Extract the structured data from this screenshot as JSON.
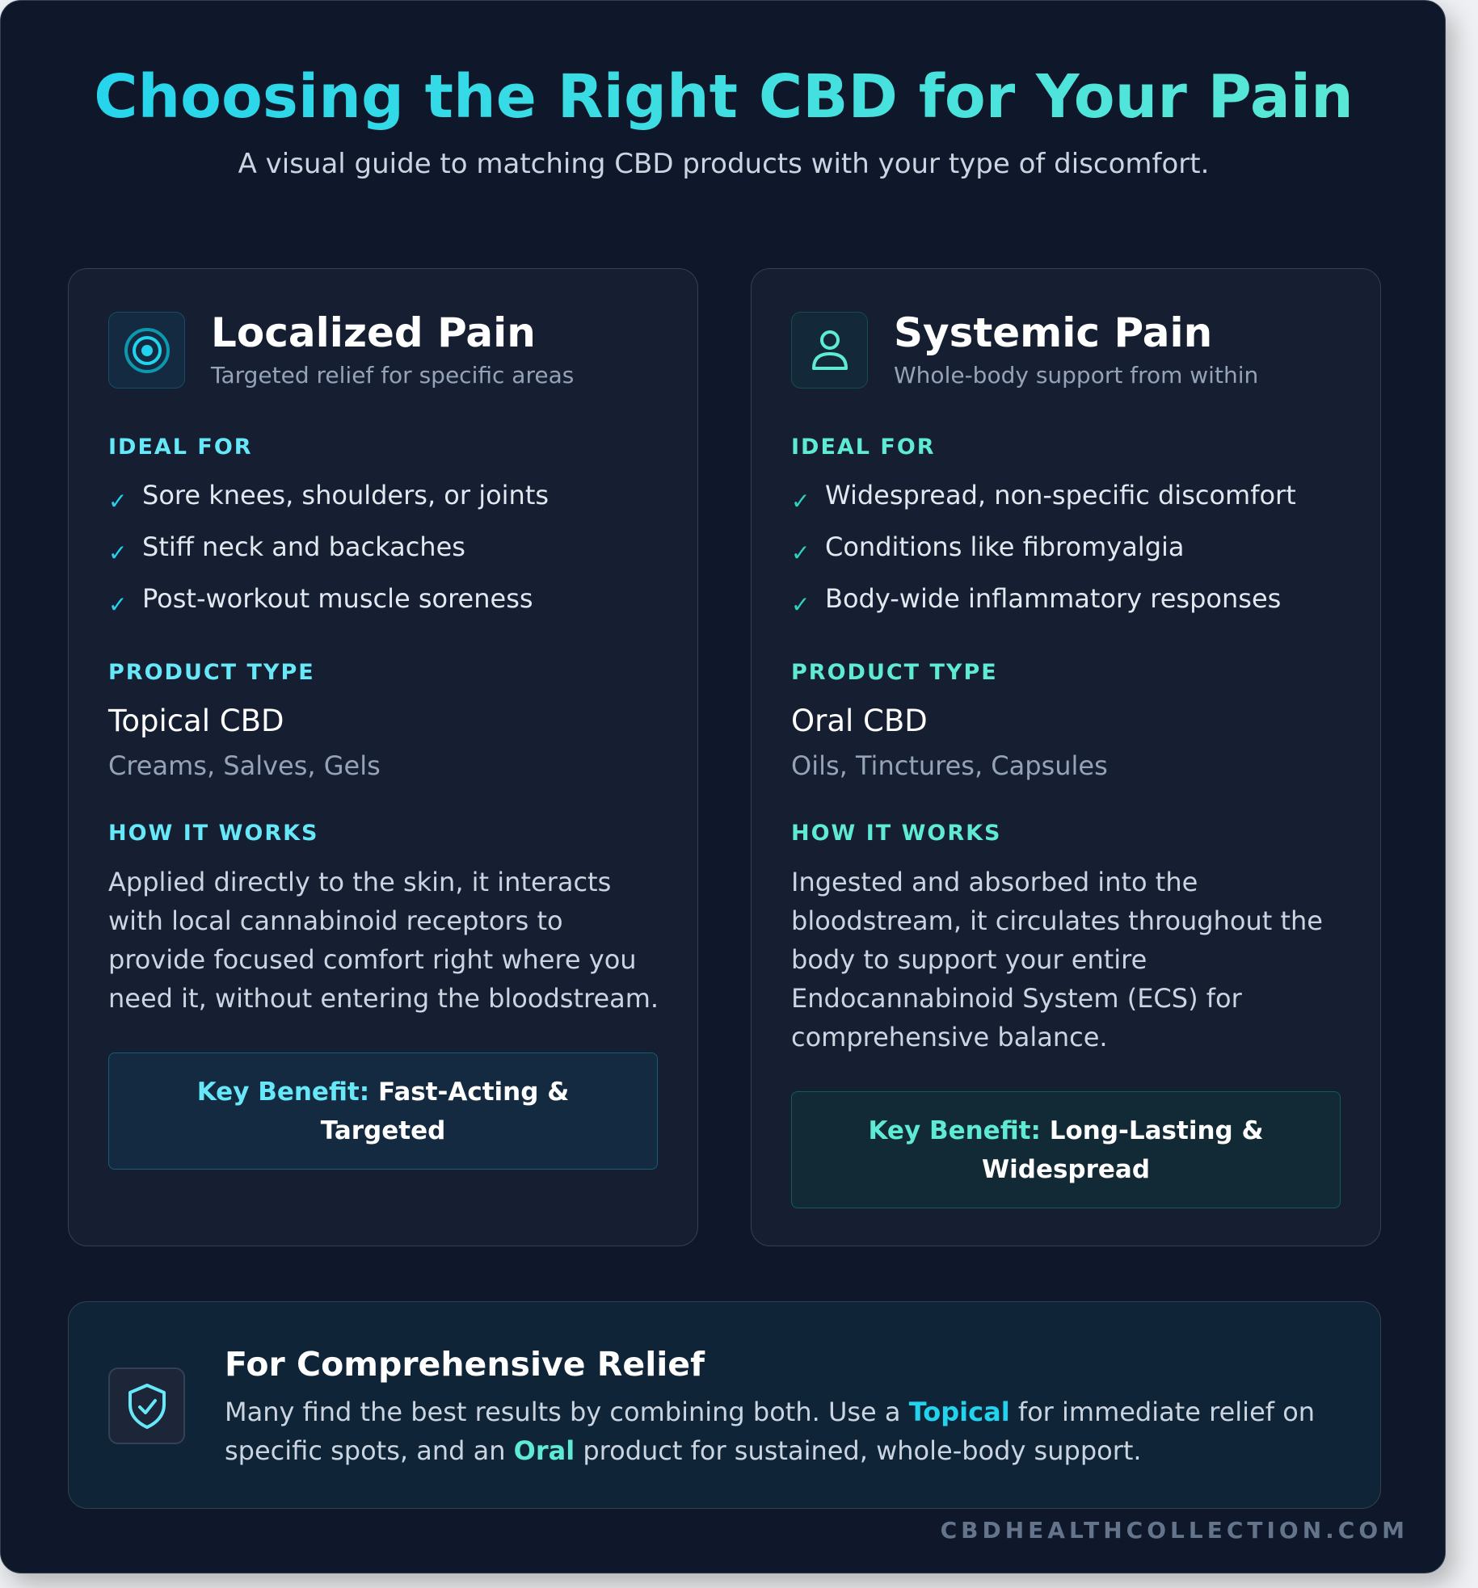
{
  "title": "Choosing the Right CBD for Your Pain",
  "subtitle": "A visual guide to matching CBD products with your type of discomfort.",
  "cards": [
    {
      "icon": "target-icon",
      "heading": "Localized Pain",
      "subheading": "Targeted relief for specific areas",
      "ideal_label": "IDEAL FOR",
      "ideal": [
        "Sore knees, shoulders, or joints",
        "Stiff neck and backaches",
        "Post-workout muscle soreness"
      ],
      "product_label": "PRODUCT TYPE",
      "product": "Topical CBD",
      "forms": "Creams, Salves, Gels",
      "how_label": "HOW IT WORKS",
      "how": "Applied directly to the skin, it interacts with local cannabinoid receptors to provide focused comfort right where you need it, without entering the bloodstream.",
      "benefit_label": "Key Benefit:",
      "benefit": "Fast-Acting & Targeted"
    },
    {
      "icon": "person-icon",
      "heading": "Systemic Pain",
      "subheading": "Whole-body support from within",
      "ideal_label": "IDEAL FOR",
      "ideal": [
        "Widespread, non-specific discomfort",
        "Conditions like fibromyalgia",
        "Body-wide inflammatory responses"
      ],
      "product_label": "PRODUCT TYPE",
      "product": "Oral CBD",
      "forms": "Oils, Tinctures, Capsules",
      "how_label": "HOW IT WORKS",
      "how": "Ingested and absorbed into the bloodstream, it circulates throughout the body to support your entire Endocannabinoid System (ECS) for comprehensive balance.",
      "benefit_label": "Key Benefit:",
      "benefit": "Long-Lasting & Widespread"
    }
  ],
  "bottom": {
    "icon": "shield-check-icon",
    "heading": "For Comprehensive Relief",
    "text_1": "Many find the best results by combining both. Use a ",
    "highlight_1": "Topical",
    "text_2": " for immediate relief on specific spots, and an ",
    "highlight_2": "Oral",
    "text_3": " product for sustained, whole-body support."
  },
  "footer": "CBDHEALTHCOLLECTION.COM",
  "colors": {
    "accent_cyan": "#22d3ee",
    "accent_teal": "#5eead4",
    "background": "#0f172a"
  }
}
